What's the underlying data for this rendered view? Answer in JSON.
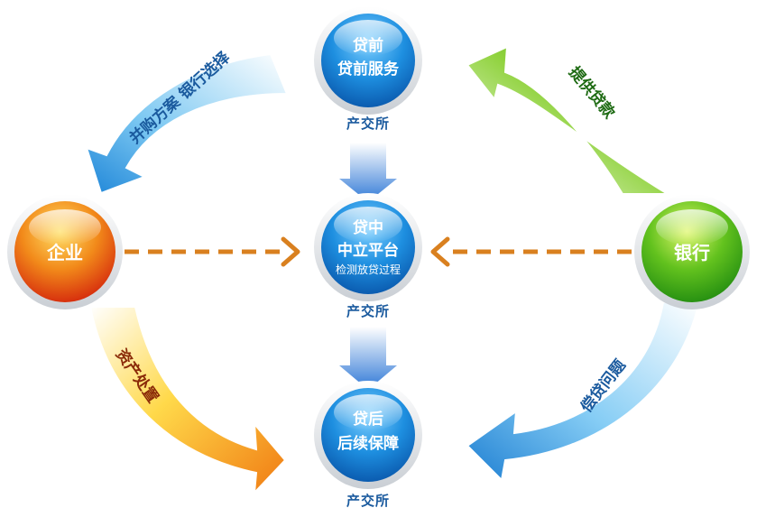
{
  "nodes": {
    "pre": {
      "line1": "贷前",
      "line2": "贷前服务",
      "caption": "产交所"
    },
    "mid": {
      "line1": "贷中",
      "line2": "中立平台",
      "line3": "检测放贷过程",
      "caption": "产交所"
    },
    "post": {
      "line1": "贷后",
      "line2": "后续保障",
      "caption": "产交所"
    },
    "enterprise": {
      "label": "企业"
    },
    "bank": {
      "label": "银行"
    }
  },
  "arrows": {
    "top_left": "并购方案  银行选择",
    "top_right": "提供贷款",
    "bottom_left": "资产处置",
    "bottom_right": "偿贷问题"
  },
  "colors": {
    "blue_node": "#1e8fe0",
    "enterprise": "#e83a0c",
    "bank": "#3cae14",
    "dashed": "#d9801f",
    "caption": "#1a5a9e"
  }
}
